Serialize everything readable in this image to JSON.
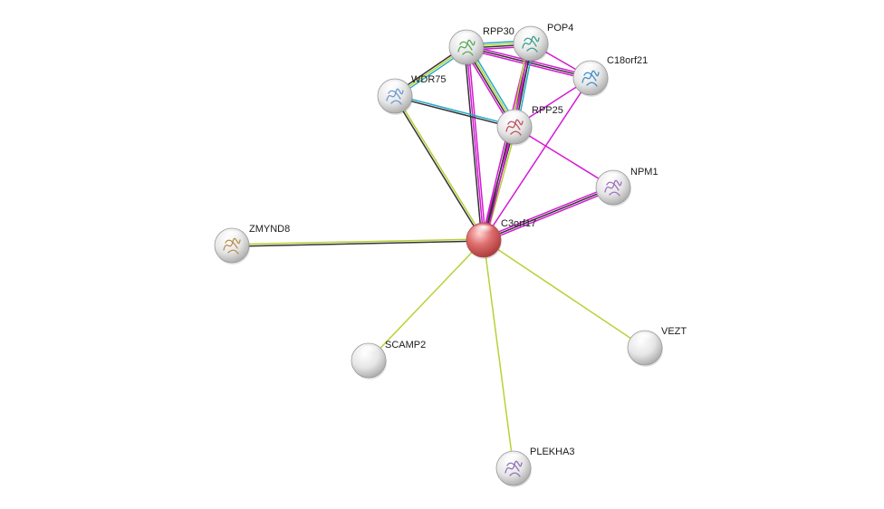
{
  "network": {
    "query_protein": "C3orf17",
    "nodes": [
      {
        "id": "RPP30",
        "label": "RPP30",
        "query": false,
        "structure": true,
        "structure_color": "#58a85a"
      },
      {
        "id": "POP4",
        "label": "POP4",
        "query": false,
        "structure": true,
        "structure_color": "#3aa08a"
      },
      {
        "id": "C18orf21",
        "label": "C18orf21",
        "query": false,
        "structure": true,
        "structure_color": "#3c8ec8"
      },
      {
        "id": "WDR75",
        "label": "WDR75",
        "query": false,
        "structure": true,
        "structure_color": "#6a9ad0"
      },
      {
        "id": "RPP25",
        "label": "RPP25",
        "query": false,
        "structure": true,
        "structure_color": "#c05060"
      },
      {
        "id": "NPM1",
        "label": "NPM1",
        "query": false,
        "structure": true,
        "structure_color": "#a070c0"
      },
      {
        "id": "C3orf17",
        "label": "C3orf17",
        "query": true,
        "structure": false,
        "structure_color": ""
      },
      {
        "id": "ZMYND8",
        "label": "ZMYND8",
        "query": false,
        "structure": true,
        "structure_color": "#b89050"
      },
      {
        "id": "SCAMP2",
        "label": "SCAMP2",
        "query": false,
        "structure": false,
        "structure_color": ""
      },
      {
        "id": "VEZT",
        "label": "VEZT",
        "query": false,
        "structure": false,
        "structure_color": ""
      },
      {
        "id": "PLEKHA3",
        "label": "PLEKHA3",
        "query": false,
        "structure": true,
        "structure_color": "#9070b8"
      }
    ],
    "evidence_colors": {
      "textmining": "#b5d334",
      "coexpression": "#333333",
      "experiments": "#d41ad4",
      "databases": "#22aacc",
      "homology": "#9898e0",
      "neighborhood": "#22cc22",
      "fusion": "#dd2222",
      "cooccurrence": "#2222dd"
    },
    "edges": [
      {
        "source": "C3orf17",
        "target": "ZMYND8",
        "evidence": [
          "coexpression",
          "textmining"
        ]
      },
      {
        "source": "C3orf17",
        "target": "SCAMP2",
        "evidence": [
          "textmining"
        ]
      },
      {
        "source": "C3orf17",
        "target": "VEZT",
        "evidence": [
          "textmining"
        ]
      },
      {
        "source": "C3orf17",
        "target": "PLEKHA3",
        "evidence": [
          "textmining"
        ]
      },
      {
        "source": "C3orf17",
        "target": "NPM1",
        "evidence": [
          "experiments",
          "coexpression",
          "experiments"
        ]
      },
      {
        "source": "C3orf17",
        "target": "WDR75",
        "evidence": [
          "coexpression",
          "textmining"
        ]
      },
      {
        "source": "C3orf17",
        "target": "RPP30",
        "evidence": [
          "coexpression",
          "experiments",
          "experiments"
        ]
      },
      {
        "source": "C3orf17",
        "target": "RPP25",
        "evidence": [
          "experiments",
          "coexpression",
          "textmining"
        ]
      },
      {
        "source": "C3orf17",
        "target": "POP4",
        "evidence": [
          "experiments",
          "coexpression",
          "experiments"
        ]
      },
      {
        "source": "C3orf17",
        "target": "C18orf21",
        "evidence": [
          "experiments"
        ]
      },
      {
        "source": "RPP30",
        "target": "POP4",
        "evidence": [
          "databases",
          "textmining",
          "coexpression",
          "experiments"
        ]
      },
      {
        "source": "RPP30",
        "target": "WDR75",
        "evidence": [
          "databases",
          "textmining",
          "coexpression"
        ]
      },
      {
        "source": "RPP30",
        "target": "RPP25",
        "evidence": [
          "databases",
          "textmining",
          "coexpression",
          "experiments"
        ]
      },
      {
        "source": "RPP30",
        "target": "C18orf21",
        "evidence": [
          "experiments",
          "coexpression",
          "experiments"
        ]
      },
      {
        "source": "POP4",
        "target": "RPP25",
        "evidence": [
          "databases",
          "coexpression",
          "experiments",
          "textmining"
        ]
      },
      {
        "source": "POP4",
        "target": "C18orf21",
        "evidence": [
          "experiments"
        ]
      },
      {
        "source": "WDR75",
        "target": "RPP25",
        "evidence": [
          "databases",
          "coexpression"
        ]
      },
      {
        "source": "RPP25",
        "target": "C18orf21",
        "evidence": [
          "experiments"
        ]
      },
      {
        "source": "RPP25",
        "target": "NPM1",
        "evidence": [
          "experiments"
        ]
      }
    ]
  }
}
